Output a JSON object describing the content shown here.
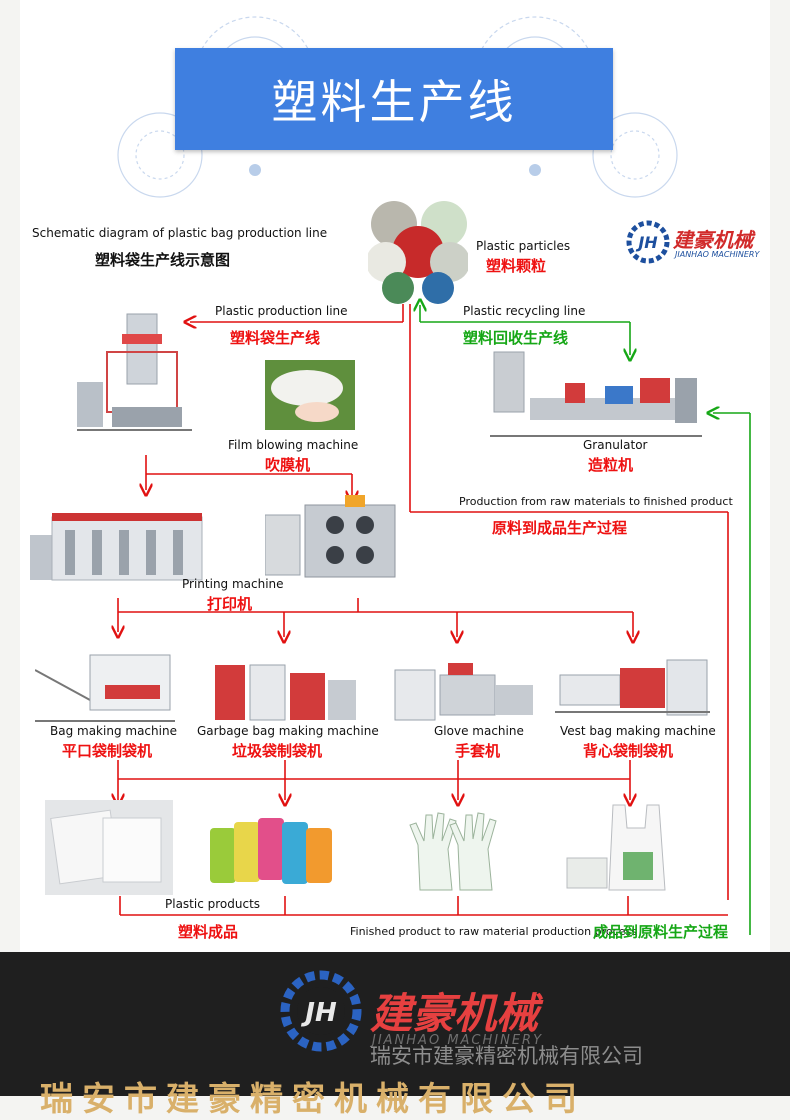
{
  "header": {
    "title": "塑料生产线"
  },
  "schematic": {
    "en": "Schematic diagram of plastic bag production line",
    "cn": "塑料袋生产线示意图"
  },
  "brand": {
    "cn": "建豪机械",
    "en": "JIANHAO MACHINERY",
    "mark": "JH"
  },
  "particles": {
    "en": "Plastic particles",
    "cn": "塑料颗粒"
  },
  "production_line": {
    "en": "Plastic production line",
    "cn": "塑料袋生产线"
  },
  "recycling_line": {
    "en": "Plastic recycling line",
    "cn": "塑料回收生产线"
  },
  "film_blowing": {
    "en": "Film blowing machine",
    "cn": "吹膜机"
  },
  "granulator": {
    "en": "Granulator",
    "cn": "造粒机"
  },
  "raw_to_finished": {
    "en": "Production from raw materials to finished product",
    "cn": "原料到成品生产过程"
  },
  "printing": {
    "en": "Printing machine",
    "cn": "打印机"
  },
  "machines": [
    {
      "en": "Bag making machine",
      "cn": "平口袋制袋机"
    },
    {
      "en": "Garbage bag making machine",
      "cn": "垃圾袋制袋机"
    },
    {
      "en": "Glove machine",
      "cn": "手套机"
    },
    {
      "en": "Vest bag making machine",
      "cn": "背心袋制袋机"
    }
  ],
  "products": {
    "en": "Plastic products",
    "cn": "塑料成品"
  },
  "finished_to_raw": {
    "en": "Finished product to raw material production process",
    "cn": "成品到原料生产过程"
  },
  "footer": {
    "brand_cn": "建豪机械",
    "brand_en": "JIANHAO MACHINERY",
    "mark": "JH",
    "company": "瑞安市建豪精密机械有限公司",
    "company_large": "瑞安市建豪精密机械有限公司"
  },
  "colors": {
    "title_bg": "#3f7fe0",
    "red_flow": "#e11111",
    "green_flow": "#16a716",
    "footer_bg": "#1f1f1f"
  }
}
